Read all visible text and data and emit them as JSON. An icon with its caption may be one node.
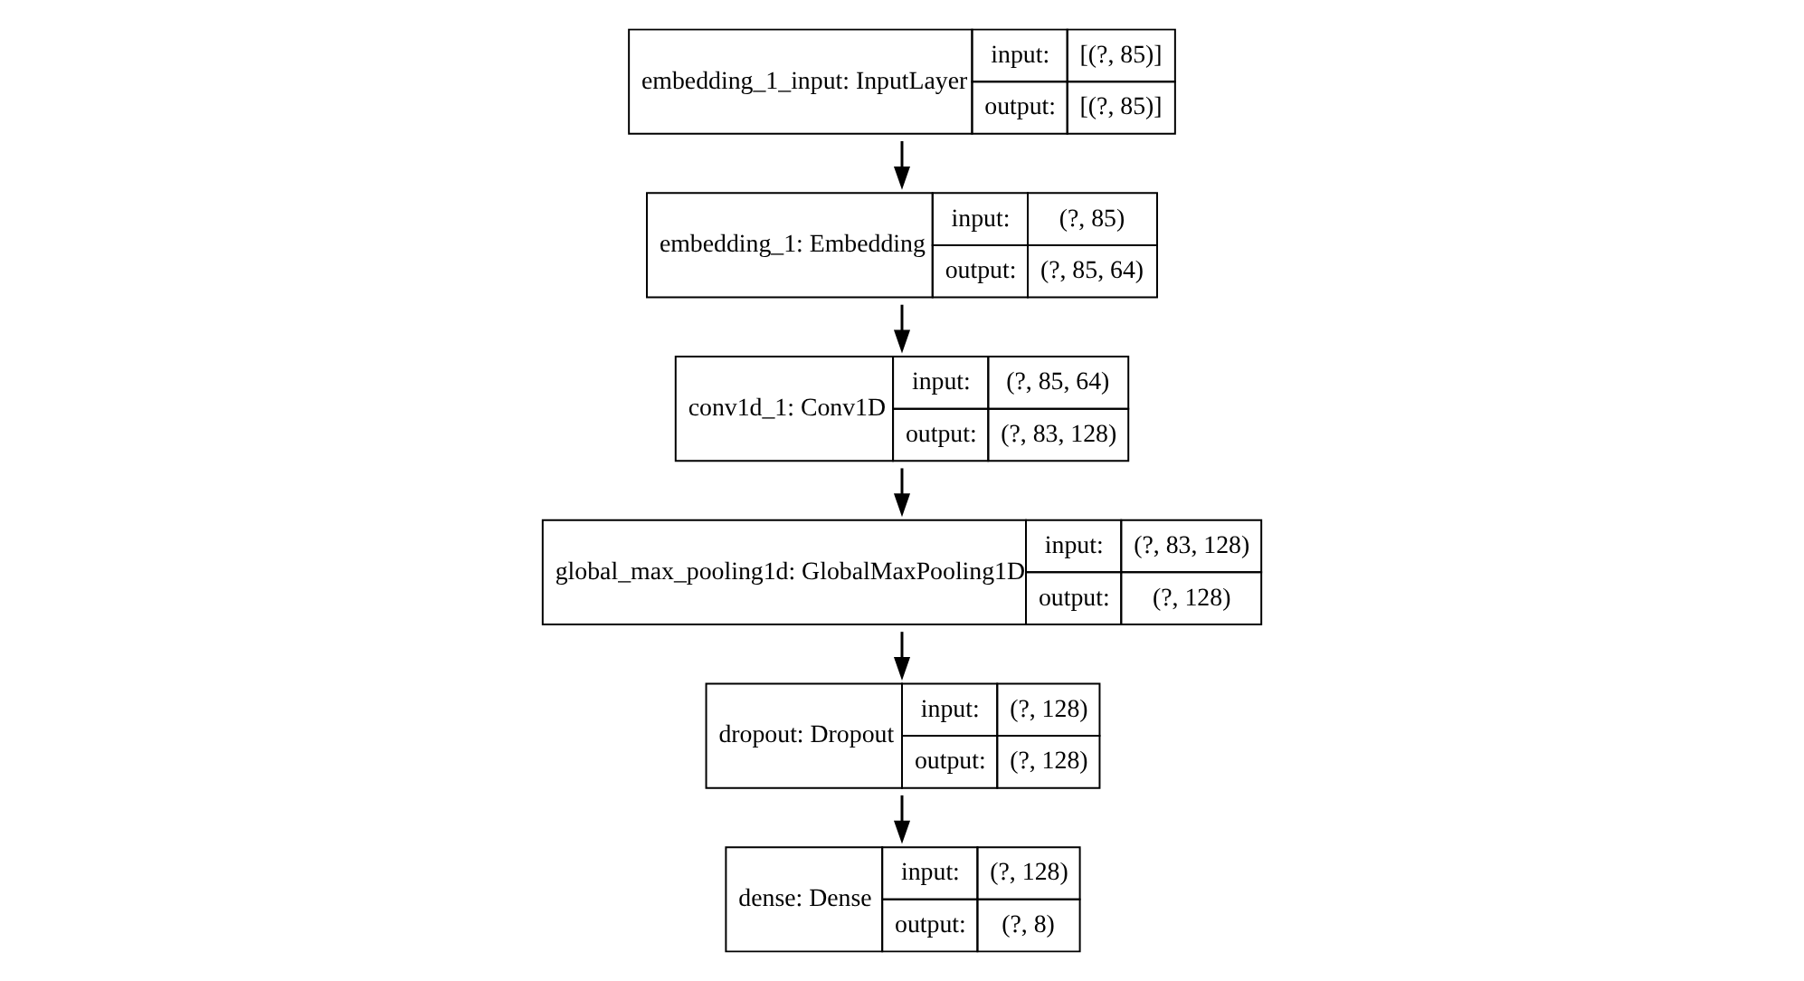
{
  "diagram": {
    "nodes": [
      {
        "text": [
          "embedding_1_input: InputLayer",
          "input:",
          "[(?, 85)]",
          "output:",
          "[(?, 85)]"
        ]
      },
      {
        "text": [
          "embedding_1: Embedding",
          "input:",
          "(?, 85)",
          "output:",
          "(?, 85, 64)"
        ]
      },
      {
        "text": [
          "conv1d_1: Conv1D",
          "input:",
          "(?, 85, 64)",
          "output:",
          "(?, 83, 128)"
        ]
      },
      {
        "text": [
          "global_max_pooling1d: GlobalMaxPooling1D",
          "input:",
          "(?, 83, 128)",
          "output:",
          "(?, 128)"
        ]
      },
      {
        "text": [
          "dropout: Dropout",
          "input:",
          "(?, 128)",
          "output:",
          "(?, 128)"
        ]
      },
      {
        "text": [
          "dense: Dense",
          "input:",
          "(?, 128)",
          "output:",
          "(?, 8)"
        ]
      }
    ],
    "edges": [
      {
        "from": 0,
        "to": 1,
        "arrow": "to"
      },
      {
        "from": 1,
        "to": 2,
        "arrow": "to"
      },
      {
        "from": 2,
        "to": 3,
        "arrow": "to"
      },
      {
        "from": 3,
        "to": 4,
        "arrow": "to"
      },
      {
        "from": 4,
        "to": 5,
        "arrow": "to"
      }
    ]
  }
}
